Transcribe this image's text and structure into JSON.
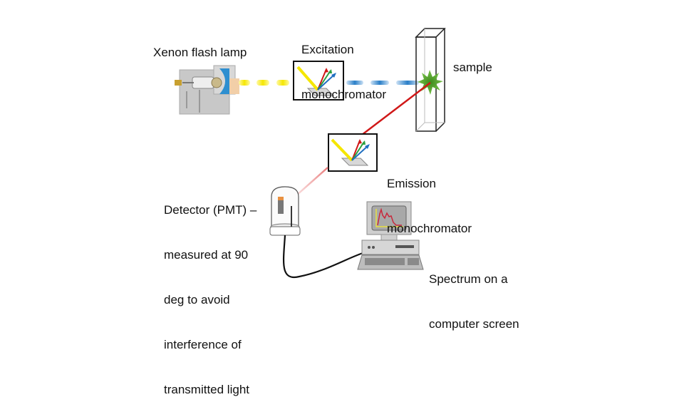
{
  "labels": {
    "lamp": "Xenon flash lamp",
    "excitation_line1": "Excitation",
    "excitation_line2": "monochromator",
    "sample": "sample",
    "emission_line1": "Emission",
    "emission_line2": "monochromator",
    "detector_lines": [
      "Detector (PMT) –",
      "measured at 90",
      "deg to avoid",
      "interference of",
      "transmitted light"
    ],
    "computer_line1": "Spectrum on a",
    "computer_line2": "computer screen"
  },
  "components": [
    {
      "id": "lamp",
      "icon": "xenon-lamp-icon"
    },
    {
      "id": "excitation-monochromator",
      "icon": "grating-icon"
    },
    {
      "id": "sample",
      "icon": "cuvette-icon"
    },
    {
      "id": "emission-monochromator",
      "icon": "grating-icon"
    },
    {
      "id": "detector",
      "icon": "pmt-icon"
    },
    {
      "id": "computer",
      "icon": "computer-icon"
    }
  ],
  "colors": {
    "excitation_beam": "#f5e600",
    "filtered_beam": "#2a7fc8",
    "emission_beam": "#d01818",
    "fluorescence": "#5aa832",
    "spectrum_trace": "#c8283c",
    "spectrum_axes": "#e8e040"
  }
}
